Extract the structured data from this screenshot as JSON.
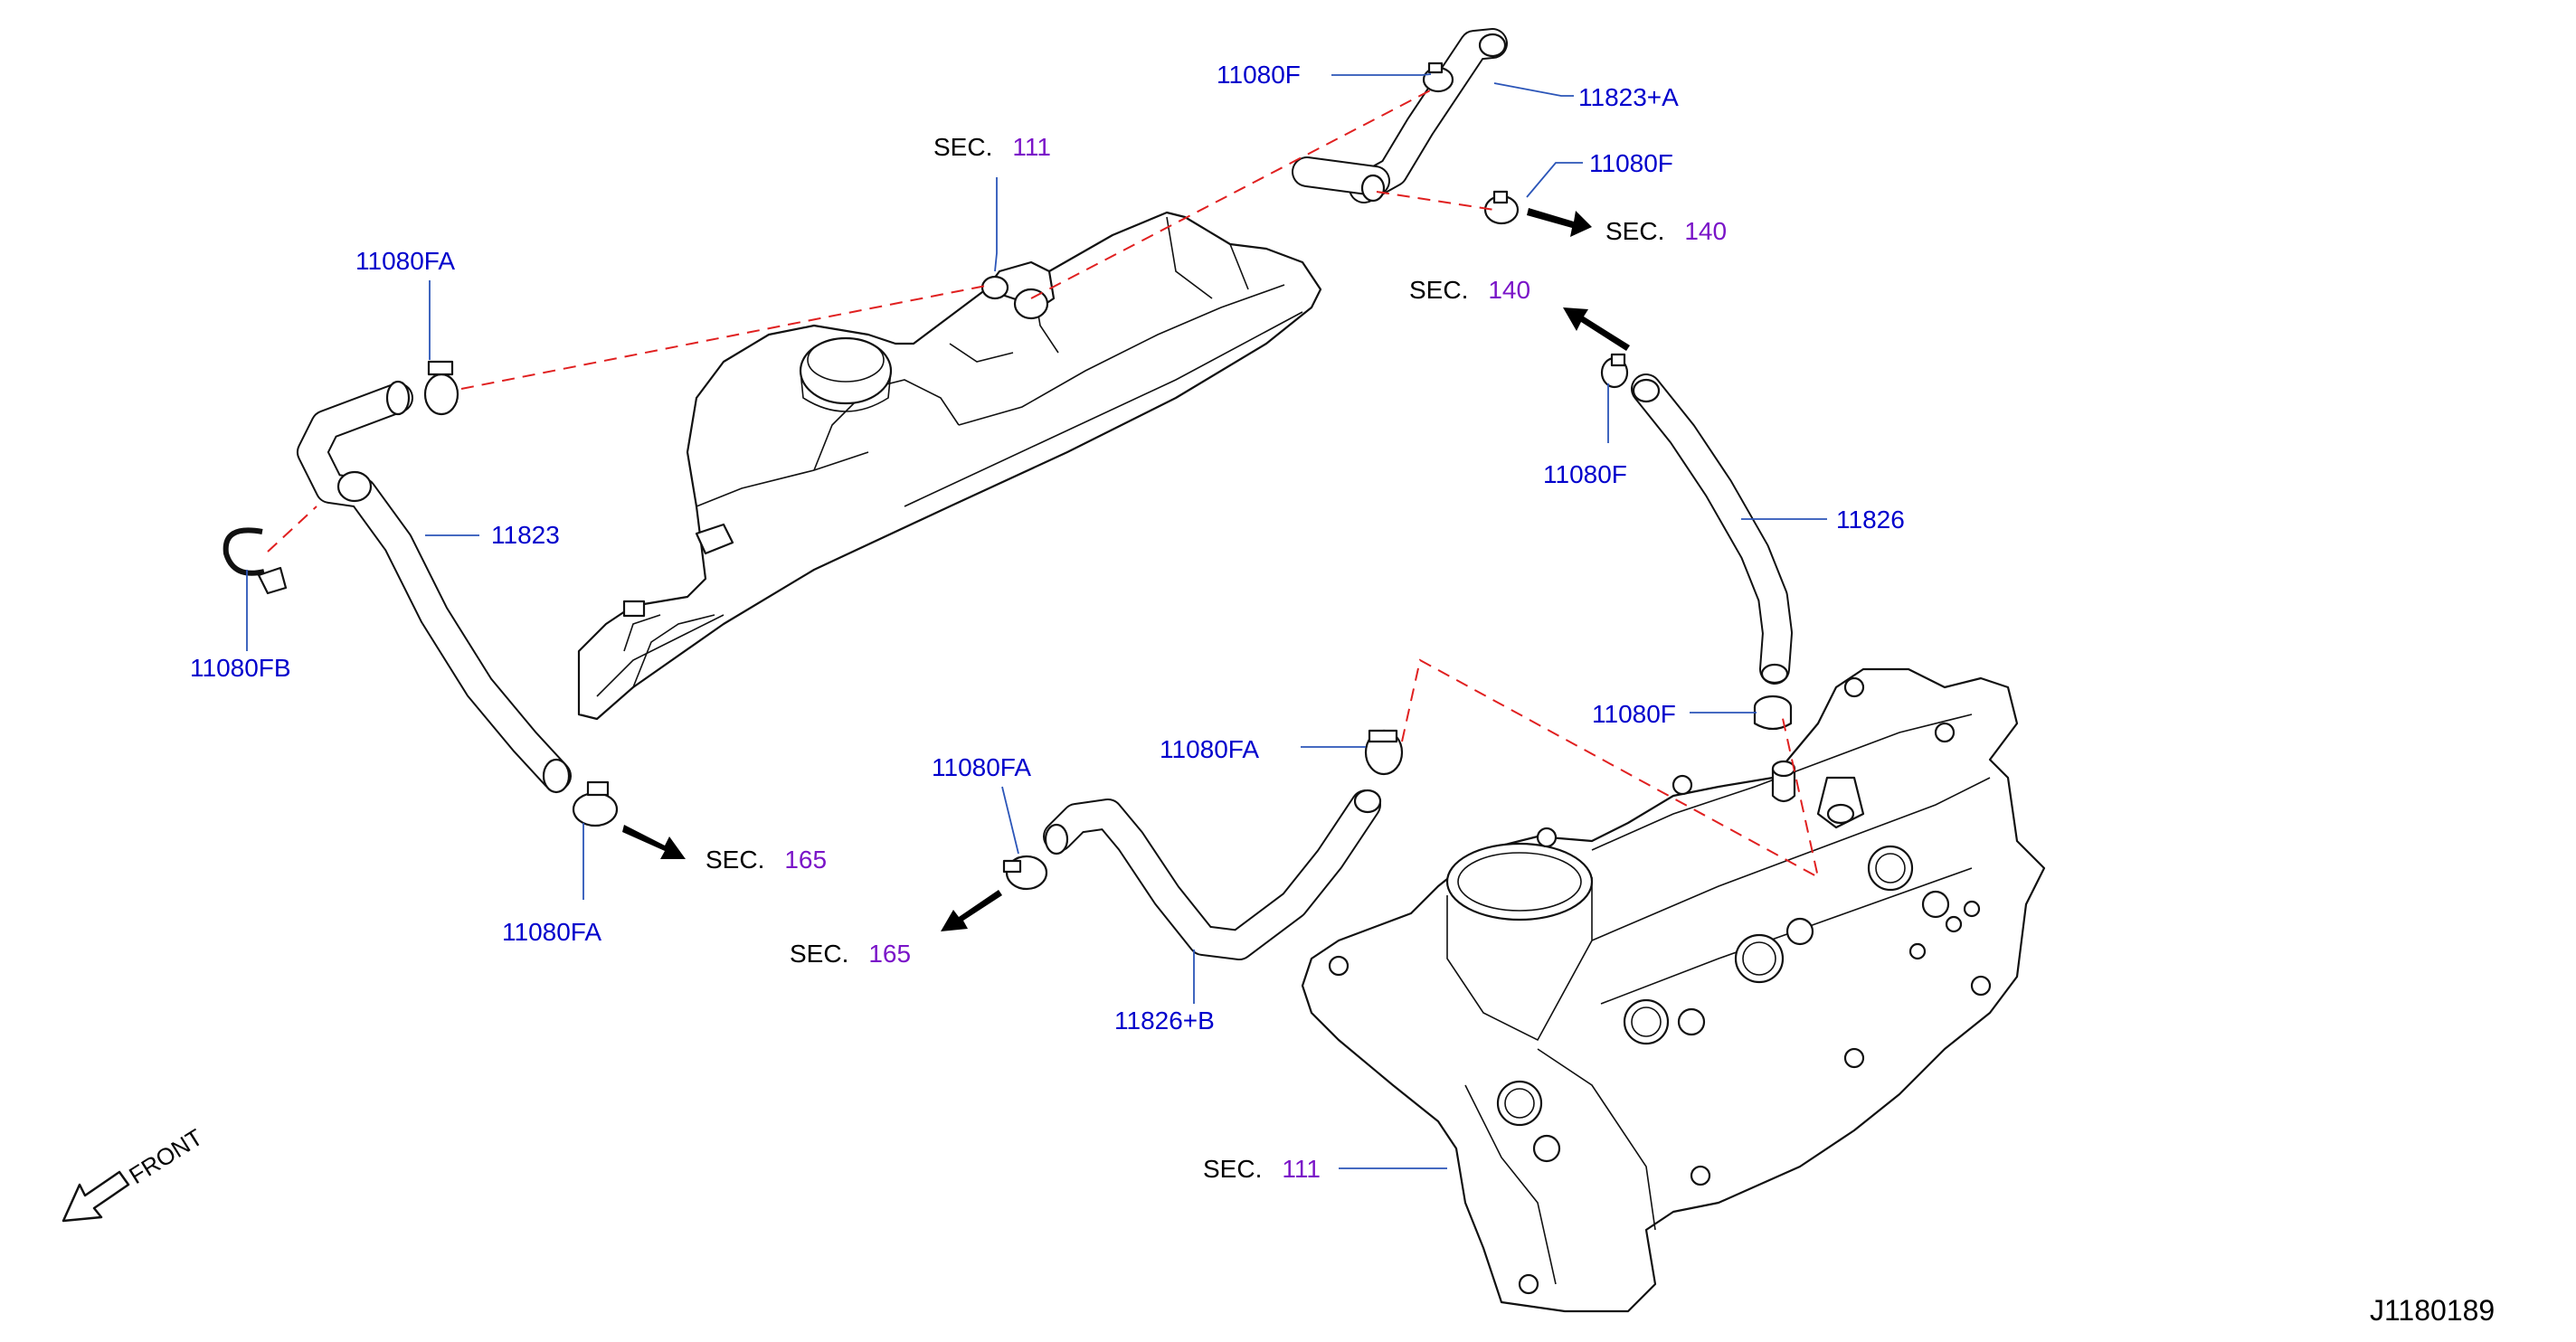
{
  "labels": {
    "p_11080F_top": "11080F",
    "p_11823A": "11823+A",
    "p_11080F_mid": "11080F",
    "p_11080FA_left": "11080FA",
    "p_11823": "11823",
    "p_11080FB": "11080FB",
    "p_11080FA_bottom_left": "11080FA",
    "p_11080F_right": "11080F",
    "p_11826": "11826",
    "p_11080F_lower": "11080F",
    "p_11080FA_center": "11080FA",
    "p_11080FA_clamp": "11080FA",
    "p_11826B": "11826+B"
  },
  "sections": {
    "sec_111_top": {
      "prefix": "SEC.",
      "num": "111"
    },
    "sec_140_right": {
      "prefix": "SEC.",
      "num": "140"
    },
    "sec_140_upper": {
      "prefix": "SEC.",
      "num": "140"
    },
    "sec_165_right": {
      "prefix": "SEC.",
      "num": "165"
    },
    "sec_165_left": {
      "prefix": "SEC.",
      "num": "165"
    },
    "sec_111_bottom": {
      "prefix": "SEC.",
      "num": "111"
    }
  },
  "front_label": "FRONT",
  "diagram_code": "J1180189",
  "colors": {
    "part_label": "#0000cc",
    "section_number": "#7a14c8",
    "leader_line": "#2b55b8",
    "dashed_connection": "#e02020"
  }
}
